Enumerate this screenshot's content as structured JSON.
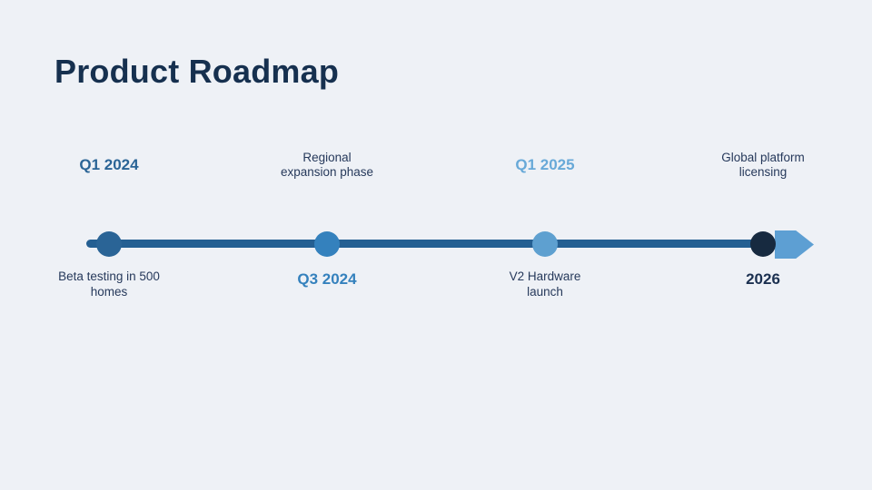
{
  "slide": {
    "title": "Product Roadmap",
    "colors": {
      "background": "#eef1f6",
      "title": "#16304f",
      "line": "#245f92",
      "arrow": "#5d9fd3",
      "description_text": "#26395b"
    }
  },
  "timeline": {
    "milestones": [
      {
        "quarter": "Q1 2024",
        "quarter_side": "above",
        "description_lines": [
          "Beta testing in 500",
          "homes"
        ],
        "dot_color": "#2a6496",
        "quarter_color": "#2a6496"
      },
      {
        "quarter": "Q3 2024",
        "quarter_side": "below",
        "description_lines": [
          "Regional",
          "expansion phase"
        ],
        "dot_color": "#3481bd",
        "quarter_color": "#3481bd"
      },
      {
        "quarter": "Q1 2025",
        "quarter_side": "above",
        "description_lines": [
          "V2 Hardware",
          "launch"
        ],
        "dot_color": "#5ea0d0",
        "quarter_color": "#68a9d8"
      },
      {
        "quarter": "2026",
        "quarter_side": "below",
        "description_lines": [
          "Global platform",
          "licensing"
        ],
        "dot_color": "#172a40",
        "quarter_color": "#1b3050"
      }
    ]
  }
}
